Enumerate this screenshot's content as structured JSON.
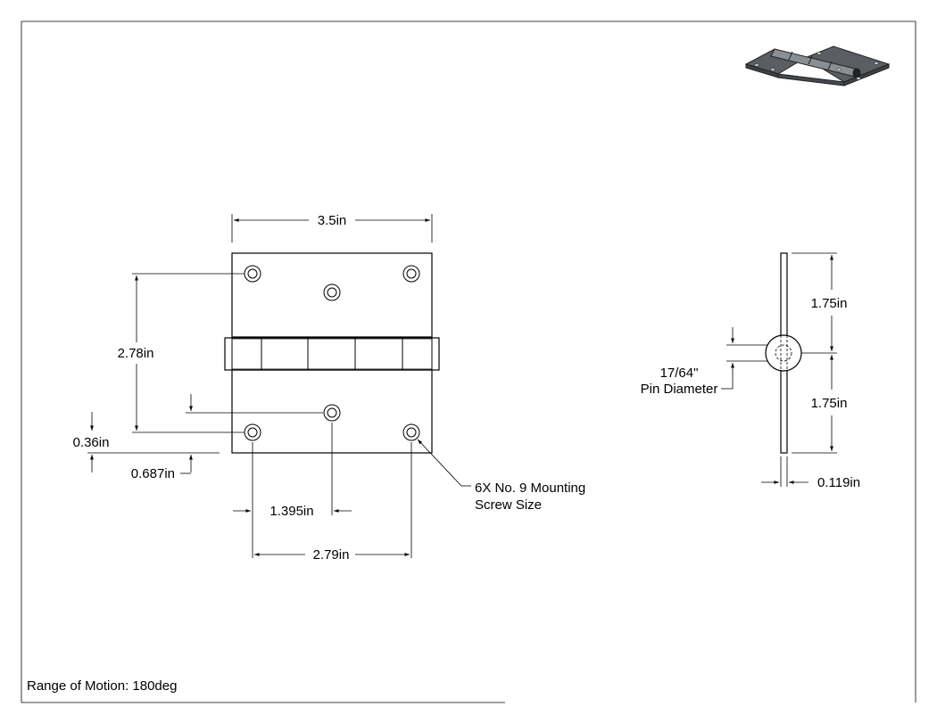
{
  "dimensions": {
    "overall_width": "3.5in",
    "hole_span_vertical": "2.78in",
    "edge_offset_small": "0.36in",
    "edge_offset_center": "0.687in",
    "center_hole_offset": "1.395in",
    "hole_span_horizontal": "2.79in",
    "leaf_height_top": "1.75in",
    "leaf_height_bottom": "1.75in",
    "leaf_thickness": "0.119in"
  },
  "callouts": {
    "screw_line1": "6X No. 9 Mounting",
    "screw_line2": "Screw Size",
    "pin_line1": "17/64\"",
    "pin_line2": "Pin Diameter"
  },
  "footer": {
    "range_of_motion": "Range of Motion: 180deg"
  },
  "colors": {
    "line": "#000000",
    "iso_leaf": "#5a5e63",
    "iso_knuckle": "#8a8f95"
  }
}
